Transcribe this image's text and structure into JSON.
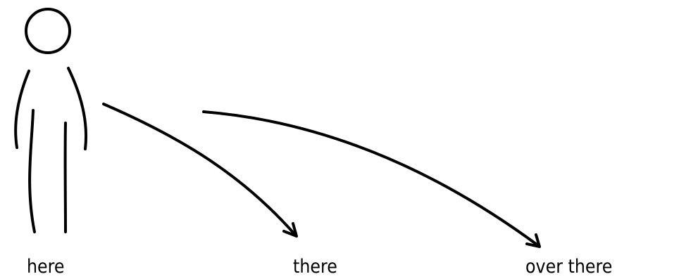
{
  "labels": {
    "here": "here",
    "there": "there",
    "over_there": "over there"
  },
  "colors": {
    "ink": "#000000",
    "background": "#ffffff"
  }
}
